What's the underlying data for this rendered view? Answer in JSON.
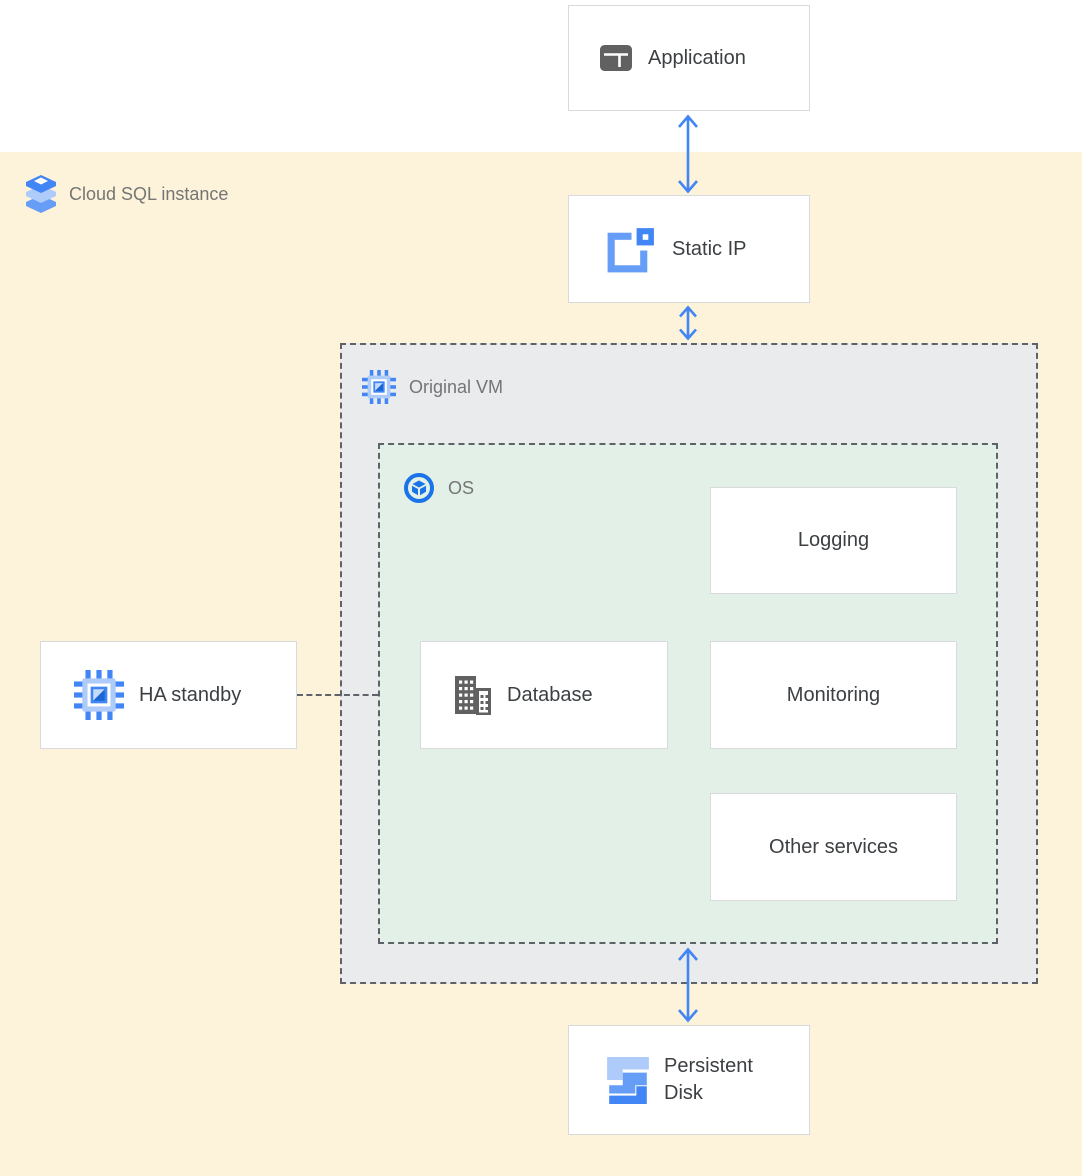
{
  "zone": {
    "label": "Cloud SQL instance"
  },
  "vm": {
    "label": "Original VM"
  },
  "os": {
    "label": "OS"
  },
  "nodes": {
    "application": {
      "label": "Application"
    },
    "static_ip": {
      "label": "Static IP"
    },
    "logging": {
      "label": "Logging"
    },
    "database": {
      "label": "Database"
    },
    "monitoring": {
      "label": "Monitoring"
    },
    "other_services": {
      "label": "Other services"
    },
    "ha_standby": {
      "label": "HA standby"
    },
    "persistent_disk": {
      "label": "Persistent Disk"
    }
  },
  "icons": {
    "zone": "cloud-sql-icon",
    "application": "app-window-icon",
    "static_ip": "external-static-ip-icon",
    "vm": "compute-engine-icon",
    "os": "os-image-icon",
    "database": "database-icon",
    "ha_standby": "compute-engine-icon",
    "persistent_disk": "persistent-disk-icon"
  },
  "connections": [
    {
      "from": "application",
      "to": "static_ip",
      "type": "bidirectional-arrow"
    },
    {
      "from": "static_ip",
      "to": "original_vm",
      "type": "bidirectional-arrow"
    },
    {
      "from": "os",
      "to": "persistent_disk",
      "type": "bidirectional-arrow"
    },
    {
      "from": "ha_standby",
      "to": "os",
      "type": "dashed-line"
    }
  ],
  "colors": {
    "zoneBg": "#fcf3da",
    "vmBg": "#e9ebed",
    "osBg": "#e2f0e7",
    "arrow": "#4285f4",
    "boxBorder": "#d8dadd",
    "dashBorder": "#5f6368",
    "nodeText": "#3c4043",
    "zoneText": "#757575",
    "bluePrimary": "#4285f4",
    "blueMedium": "#669df6",
    "blueLight": "#aecbfa",
    "blueLighter": "#c6dafc",
    "blueDark": "#1967d2",
    "grayIcon": "#616161"
  }
}
